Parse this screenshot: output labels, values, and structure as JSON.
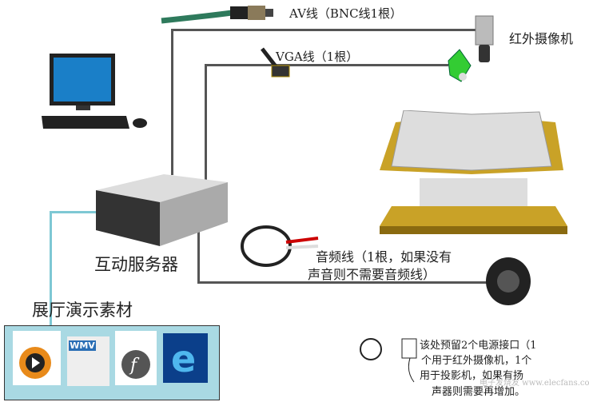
{
  "labels": {
    "av_cable": "AV线（BNC线1根）",
    "vga_cable": "VGA线（1根）",
    "ir_camera": "红外摄像机",
    "server": "互动服务器",
    "materials": "展厅演示素材",
    "audio_cable_line1": "音频线（1根，如果没有",
    "audio_cable_line2": "声音则不需要音频线）",
    "power_note_line1": "该处预留2个电源接口（1",
    "power_note_line2": "个用于红外摄像机，1个",
    "power_note_line3": "用于投影机，如果有扬",
    "power_note_line4": "声器则需要再增加。",
    "wmv_badge": "WMV",
    "watermark": "电子发烧友 www.elecfans.com"
  },
  "colors": {
    "cable": "#555555",
    "lan_cable": "#7ec8d4",
    "panel_fill": "#a9d9e3",
    "projector": "#33cc33"
  }
}
